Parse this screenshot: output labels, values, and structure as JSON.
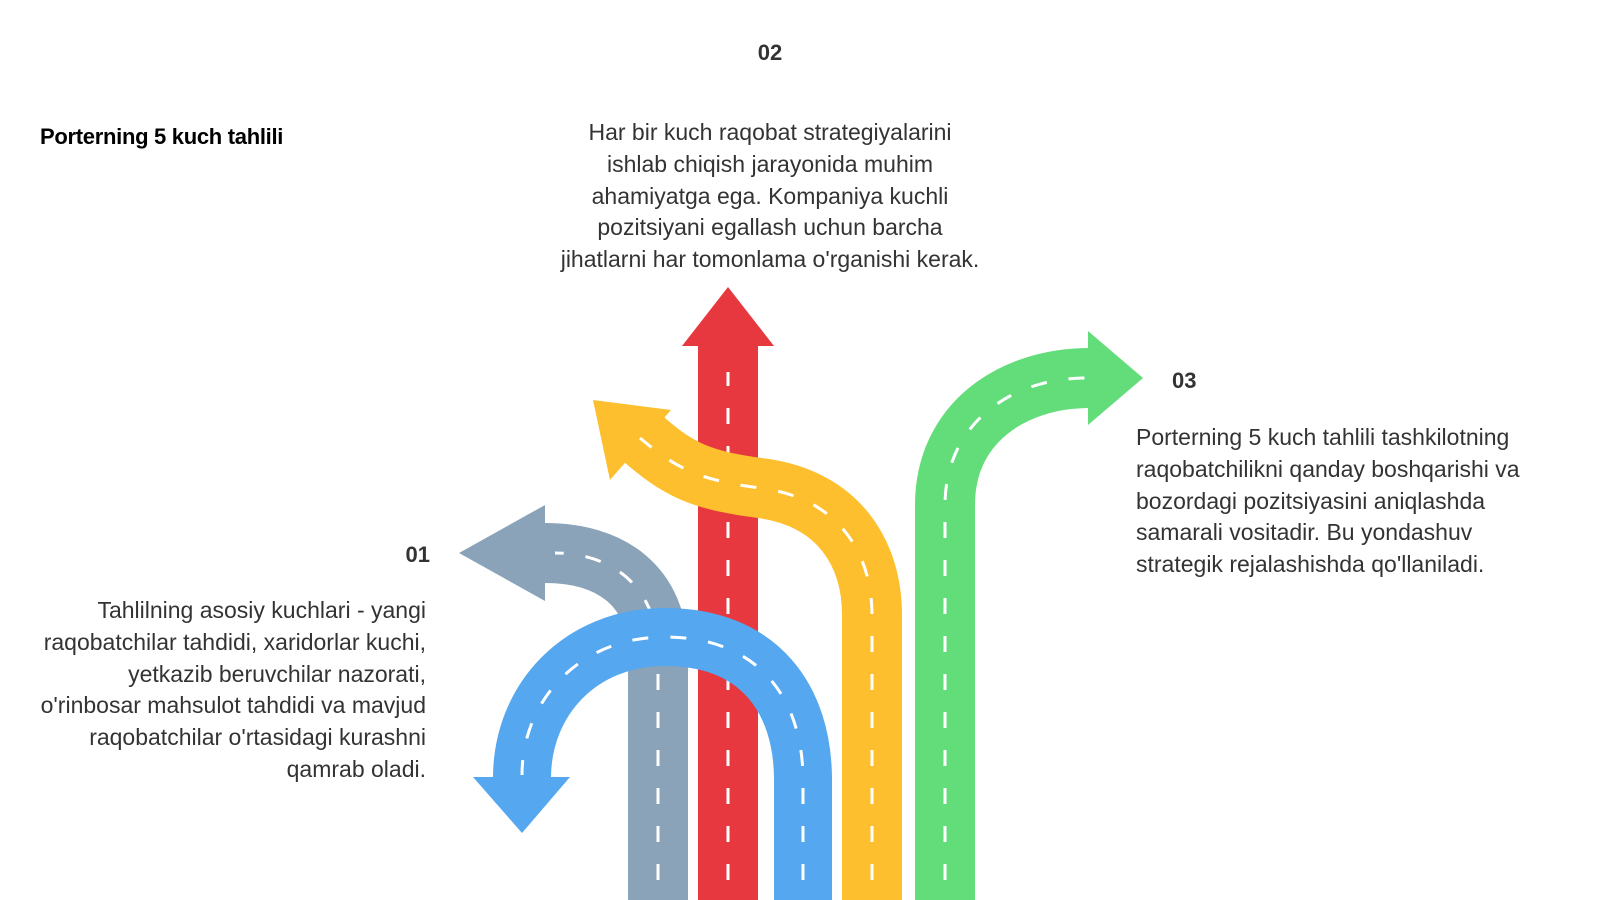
{
  "title": "Porterning 5 kuch tahlili",
  "steps": [
    {
      "number": "01",
      "text": "Tahlilning asosiy kuchlari - yangi raqobatchilar tahdidi, xaridorlar kuchi, yetkazib beruvchilar nazorati, o'rinbosar mahsulot tahdidi va mavjud raqobatchilar o'rtasidagi kurashni qamrab oladi."
    },
    {
      "number": "02",
      "text": "Har bir kuch raqobat strategiyalarini ishlab chiqish jarayonida muhim ahamiyatga ega. Kompaniya kuchli pozitsiyani egallash uchun barcha jihatlarni har tomonlama o'rganishi kerak."
    },
    {
      "number": "03",
      "text": "Porterning 5 kuch tahlili tashkilotning raqobatchilikni qanday boshqarishi va bozordagi pozitsiyasini aniqlashda samarali vositadir. Bu yondashuv strategik rejalashishda qo'llaniladi."
    }
  ],
  "arrows": [
    {
      "name": "gray-arrow",
      "color": "#8aa3b8"
    },
    {
      "name": "red-arrow",
      "color": "#e8383f"
    },
    {
      "name": "yellow-arrow",
      "color": "#fdbf2d"
    },
    {
      "name": "green-arrow",
      "color": "#62dd7a"
    },
    {
      "name": "blue-arrow",
      "color": "#55a7f0"
    }
  ]
}
